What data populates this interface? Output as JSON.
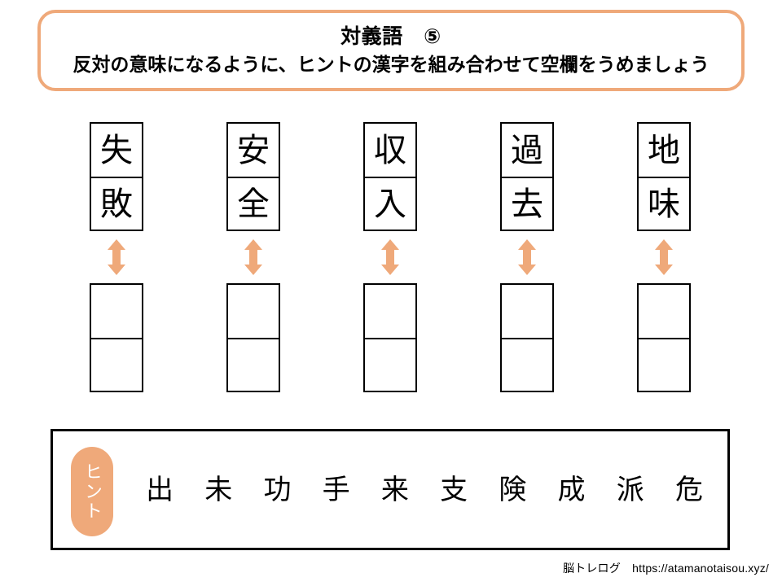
{
  "header": {
    "title": "対義語　⑤",
    "subtitle": "反対の意味になるように、ヒントの漢字を組み合わせて空欄をうめましょう",
    "border_color": "#EFA97A"
  },
  "problems": [
    {
      "top": "失",
      "bottom": "敗",
      "answer_top": "",
      "answer_bottom": ""
    },
    {
      "top": "安",
      "bottom": "全",
      "answer_top": "",
      "answer_bottom": ""
    },
    {
      "top": "収",
      "bottom": "入",
      "answer_top": "",
      "answer_bottom": ""
    },
    {
      "top": "過",
      "bottom": "去",
      "answer_top": "",
      "answer_bottom": ""
    },
    {
      "top": "地",
      "bottom": "味",
      "answer_top": "",
      "answer_bottom": ""
    }
  ],
  "arrow": {
    "icon": "double-arrow-vertical-icon",
    "color": "#EFA97A"
  },
  "hint": {
    "label": "ヒント",
    "pill_color": "#EFA97A",
    "kanji": [
      "出",
      "未",
      "功",
      "手",
      "来",
      "支",
      "険",
      "成",
      "派",
      "危"
    ]
  },
  "footer": {
    "text": "脳トレログ　https://atamanotaisou.xyz/"
  }
}
